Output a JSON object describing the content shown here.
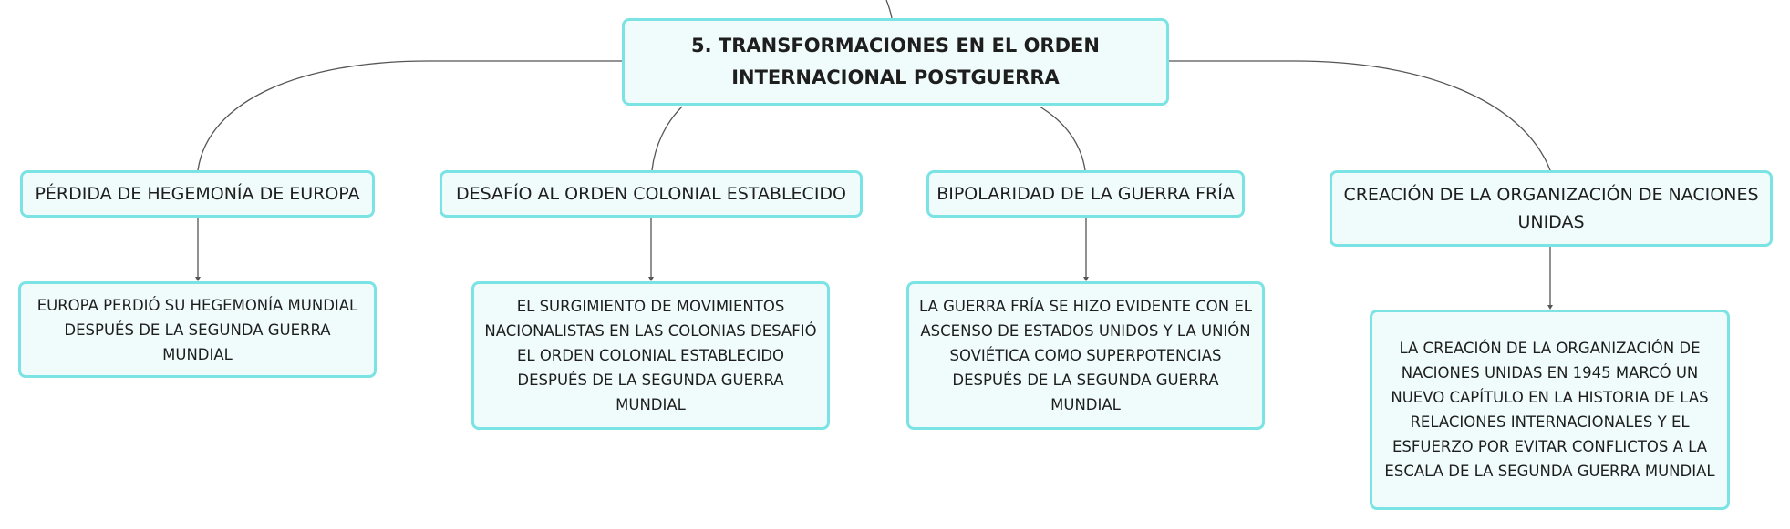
{
  "diagram": {
    "root": {
      "label": "5. TRANSFORMACIONES EN EL ORDEN INTERNACIONAL POSTGUERRA"
    },
    "topics": [
      {
        "label": "PÉRDIDA DE HEGEMONÍA DE EUROPA",
        "detail": "EUROPA PERDIÓ SU HEGEMONÍA MUNDIAL DESPUÉS DE LA SEGUNDA GUERRA MUNDIAL"
      },
      {
        "label": "DESAFÍO AL ORDEN COLONIAL ESTABLECIDO",
        "detail": "EL SURGIMIENTO DE MOVIMIENTOS NACIONALISTAS EN LAS COLONIAS DESAFIÓ EL ORDEN COLONIAL ESTABLECIDO DESPUÉS DE LA SEGUNDA GUERRA MUNDIAL"
      },
      {
        "label": "BIPOLARIDAD DE LA GUERRA FRÍA",
        "detail": "LA GUERRA FRÍA SE HIZO EVIDENTE CON EL ASCENSO DE ESTADOS UNIDOS Y LA UNIÓN SOVIÉTICA COMO SUPERPOTENCIAS DESPUÉS DE LA SEGUNDA GUERRA MUNDIAL"
      },
      {
        "label": "CREACIÓN DE LA ORGANIZACIÓN DE NACIONES UNIDAS",
        "detail": "LA CREACIÓN DE LA ORGANIZACIÓN DE NACIONES UNIDAS EN 1945 MARCÓ UN NUEVO CAPÍTULO EN LA HISTORIA DE LAS RELACIONES INTERNACIONALES Y EL ESFUERZO POR EVITAR CONFLICTOS A LA ESCALA DE LA SEGUNDA GUERRA MUNDIAL"
      }
    ],
    "colors": {
      "node_border": "#7be3e3",
      "node_fill": "#f0fbfb",
      "connector": "#555555"
    }
  }
}
